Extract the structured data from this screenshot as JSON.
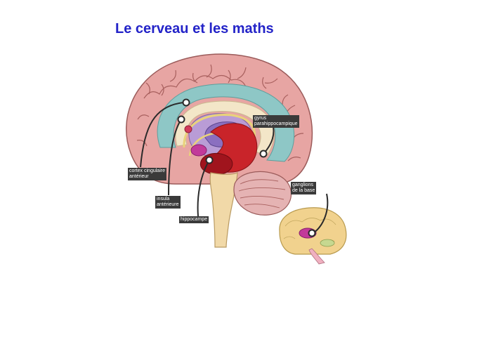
{
  "title": "Le cerveau et les maths",
  "labels": {
    "cingulate": [
      "cortex cingulaire",
      "antérieur"
    ],
    "insula": [
      "insula",
      "antérieure"
    ],
    "hippocampus": [
      "hippocampe"
    ],
    "parahippocampal": [
      "gyrus",
      "parahippocampique"
    ],
    "basal_ganglia": [
      "ganglions",
      "de la base"
    ]
  }
}
